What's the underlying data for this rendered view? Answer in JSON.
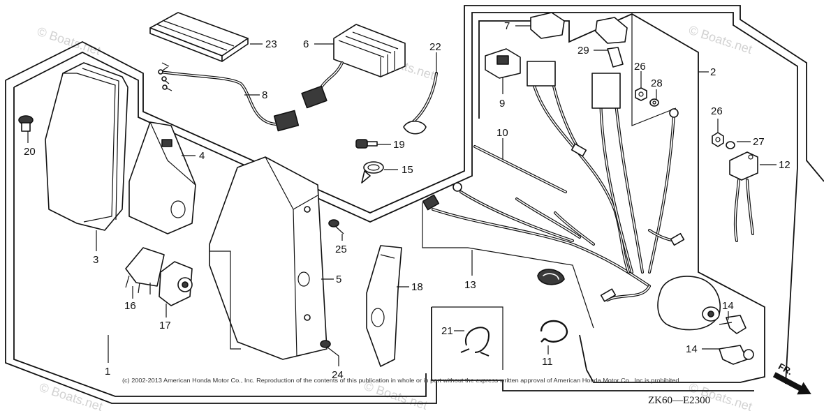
{
  "diagram": {
    "part_numbers": {
      "p1": "1",
      "p2": "2",
      "p3": "3",
      "p4": "4",
      "p5": "5",
      "p6": "6",
      "p7": "7",
      "p8": "8",
      "p9": "9",
      "p10": "10",
      "p11": "11",
      "p12": "12",
      "p13": "13",
      "p14a": "14",
      "p14b": "14",
      "p15": "15",
      "p16": "16",
      "p17": "17",
      "p18": "18",
      "p19": "19",
      "p20": "20",
      "p21": "21",
      "p22": "22",
      "p23": "23",
      "p24": "24",
      "p25": "25",
      "p26a": "26",
      "p26b": "26",
      "p27": "27",
      "p28": "28",
      "p29": "29"
    },
    "copyright": "(c) 2002-2013 American Honda Motor Co., Inc. Reproduction of the contents of this publication in whole or in part without the express written approval of American Honda Motor Co., Inc is prohibited.",
    "diagram_code": "ZK60—E2300",
    "direction_label": "FR.",
    "watermark": "© Boats.net"
  }
}
